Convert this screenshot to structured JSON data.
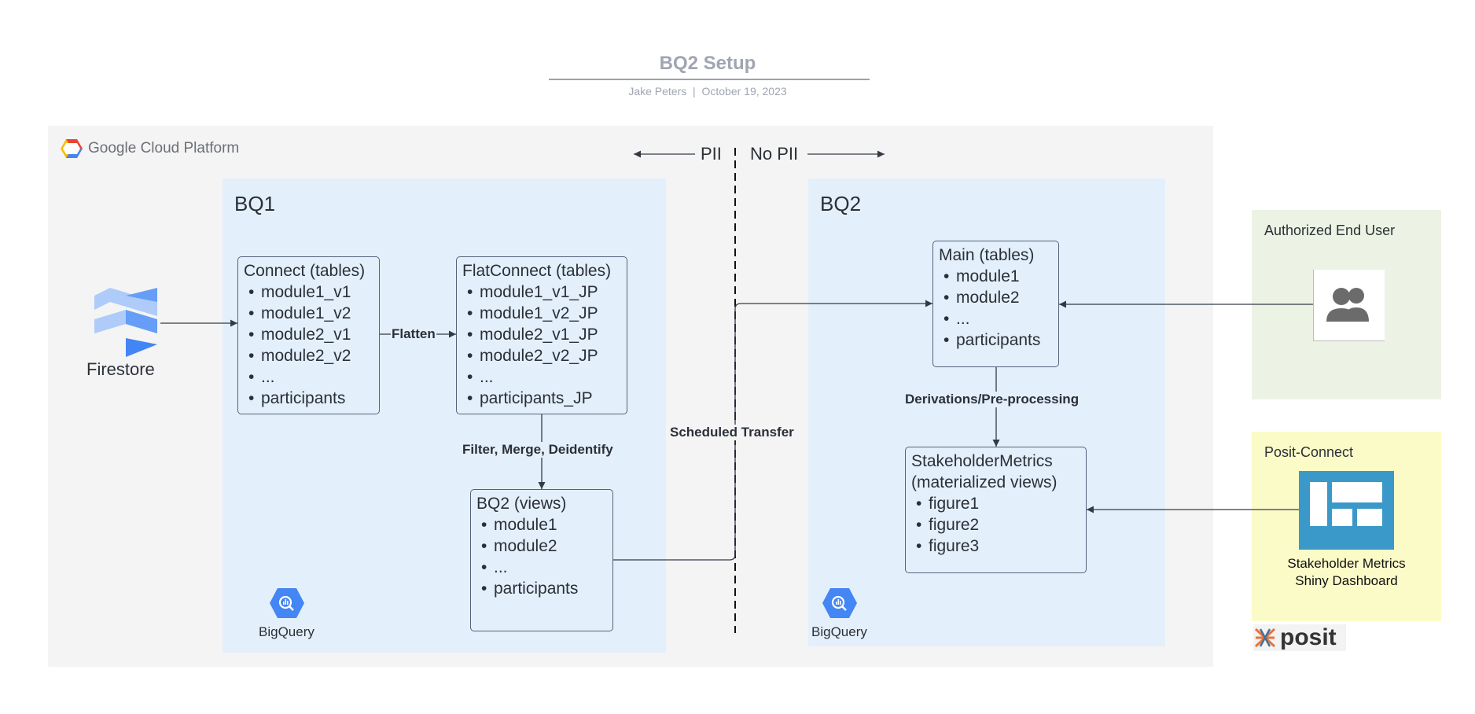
{
  "header": {
    "title": "BQ2 Setup",
    "author": "Jake Peters",
    "separator": "|",
    "date": "October 19, 2023"
  },
  "gcp": {
    "logo_google": "Google",
    "logo_rest": "Cloud Platform"
  },
  "divider": {
    "left_label": "PII",
    "right_label": "No PII",
    "transfer_label": "Scheduled Transfer"
  },
  "source": {
    "label": "Firestore"
  },
  "bq1": {
    "title": "BQ1",
    "connect": {
      "title": "Connect (tables)",
      "items": [
        "module1_v1",
        "module1_v2",
        "module2_v1",
        "module2_v2",
        "...",
        "participants"
      ]
    },
    "flatconnect": {
      "title": "FlatConnect (tables)",
      "items": [
        "module1_v1_JP",
        "module1_v2_JP",
        "module2_v1_JP",
        "module2_v2_JP",
        "...",
        "participants_JP"
      ]
    },
    "views": {
      "title": "BQ2 (views)",
      "items": [
        "module1",
        "module2",
        "...",
        "participants"
      ]
    },
    "flatten_label": "Flatten",
    "filter_label": "Filter, Merge, Deidentify",
    "icon_label": "BigQuery"
  },
  "bq2": {
    "title": "BQ2",
    "main": {
      "title": "Main (tables)",
      "items": [
        "module1",
        "module2",
        "...",
        "participants"
      ]
    },
    "derivations_label": "Derivations/Pre-processing",
    "metrics": {
      "title_line1": "StakeholderMetrics",
      "title_line2": "(materialized views)",
      "items": [
        "figure1",
        "figure2",
        "figure3"
      ]
    },
    "icon_label": "BigQuery"
  },
  "authorized": {
    "title": "Authorized End User",
    "icon": "users-icon"
  },
  "posit": {
    "title": "Posit-Connect",
    "dashboard_line1": "Stakeholder Metrics",
    "dashboard_line2": "Shiny Dashboard",
    "logo_text": "posit"
  },
  "colors": {
    "gcp_bg": "#f4f4f4",
    "bq_panel": "#e3f0fb",
    "authorized_bg": "#ecf3e4",
    "posit_bg": "#fbfbc8",
    "dashboard_blue": "#3a99c9",
    "firestore_blue": "#4a8af4"
  }
}
